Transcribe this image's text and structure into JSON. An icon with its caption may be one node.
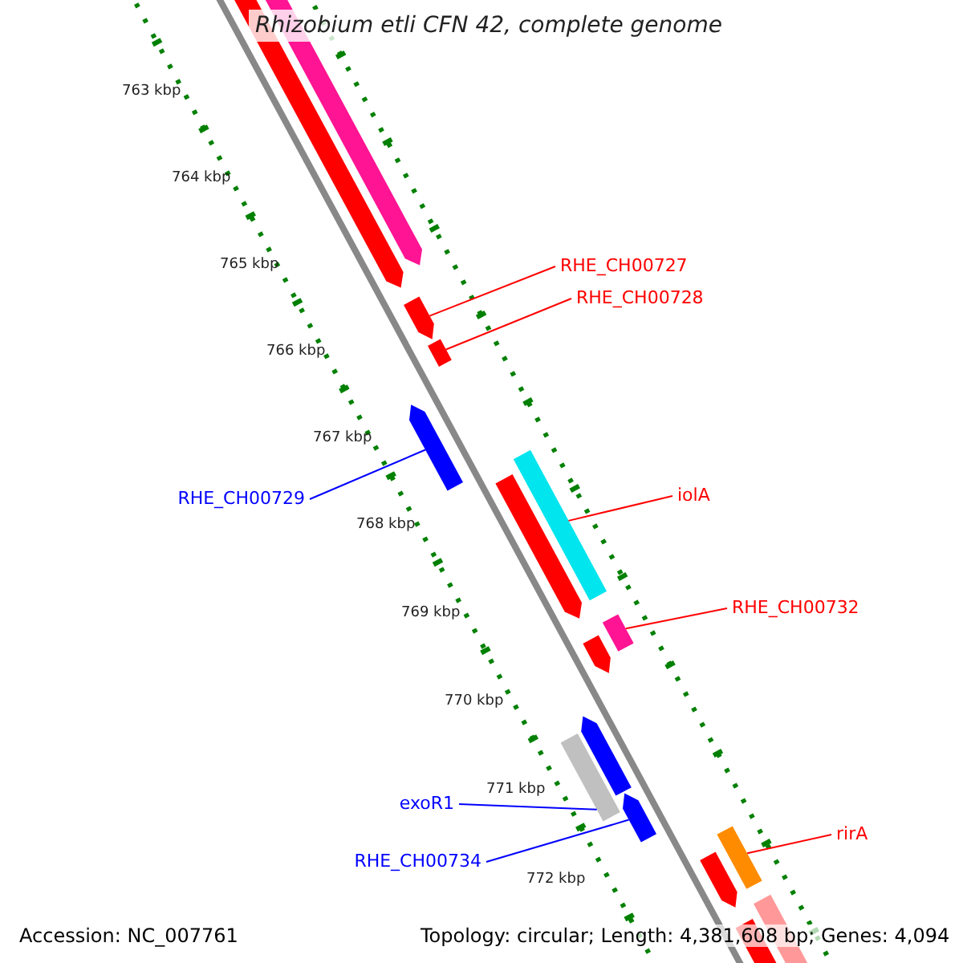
{
  "diagram": {
    "title": "Rhizobium etli CFN 42, complete genome",
    "nodes": [
      {
        "text": [
          "RHE_CH00727"
        ]
      },
      {
        "text": [],
        "shape": "bar"
      },
      {
        "text": [
          "RHE_CH00728"
        ]
      },
      {
        "text": [],
        "shape": "bar"
      },
      {
        "text": [
          "RHE_CH00729"
        ]
      },
      {
        "text": [],
        "shape": "bar"
      },
      {
        "text": [
          "iolA"
        ]
      },
      {
        "text": [],
        "shape": "bar"
      },
      {
        "text": [
          "RHE_CH00732"
        ]
      },
      {
        "text": [],
        "shape": "bar"
      },
      {
        "text": [
          "exoR1"
        ]
      },
      {
        "text": [],
        "shape": "bar"
      },
      {
        "text": [
          "RHE_CH00734"
        ]
      },
      {
        "text": [],
        "shape": "bar"
      },
      {
        "text": [
          "rirA"
        ]
      },
      {
        "text": [],
        "shape": "bar"
      },
      {
        "text": [],
        "shape": "bar"
      }
    ],
    "edges": [
      {
        "from": 0,
        "to": 1,
        "arrow": "none"
      },
      {
        "from": 2,
        "to": 3,
        "arrow": "none"
      },
      {
        "from": 4,
        "to": 5,
        "arrow": "none",
        "color": "#0000ff"
      },
      {
        "from": 6,
        "to": 7,
        "arrow": "none"
      },
      {
        "from": 8,
        "to": 9,
        "arrow": "none"
      },
      {
        "from": 10,
        "to": 11,
        "arrow": "none",
        "color": "#0000ff"
      },
      {
        "from": 12,
        "to": 13,
        "arrow": "none",
        "color": "#0000ff"
      },
      {
        "from": 14,
        "to": 15,
        "arrow": "none"
      }
    ],
    "labels": [
      "763 kbp",
      "764 kbp",
      "765 kbp",
      "766 kbp",
      "767 kbp",
      "768 kbp",
      "769 kbp",
      "770 kbp",
      "771 kbp",
      "772 kbp",
      "Accession: NC_007761",
      "Topology: circular; Length: 4,381,608 bp; Genes: 4,094"
    ]
  }
}
